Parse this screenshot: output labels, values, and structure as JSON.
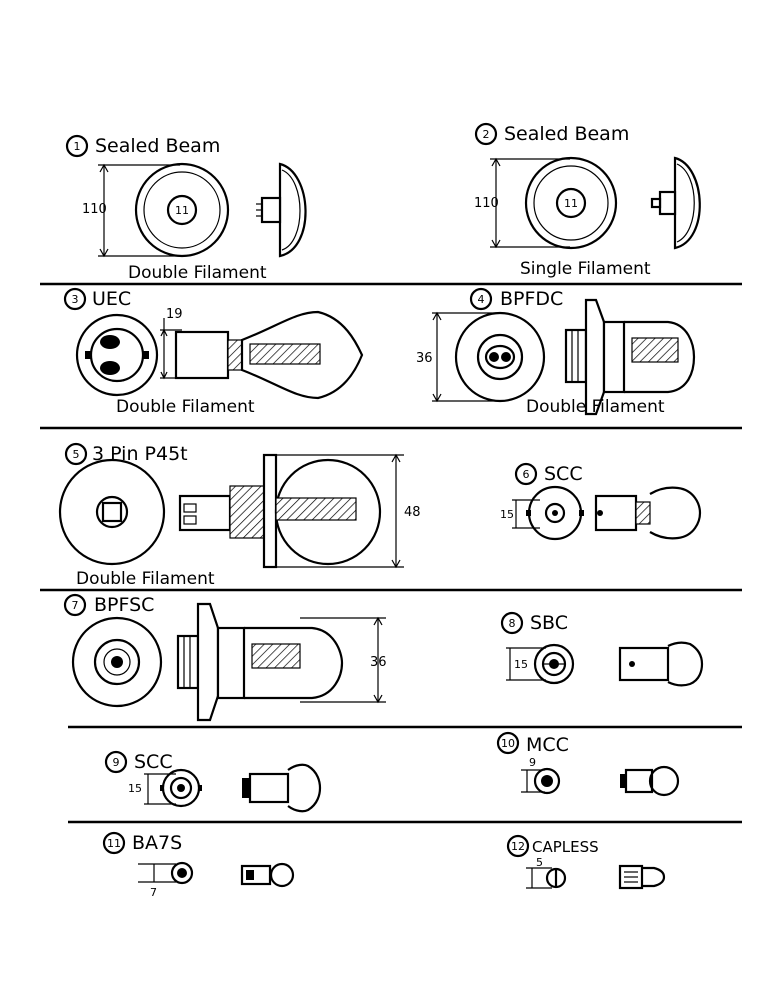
{
  "items": [
    {
      "num": "1",
      "name": "Sealed Beam",
      "caption": "Double Filament",
      "dimension": "110"
    },
    {
      "num": "2",
      "name": "Sealed Beam",
      "caption": "Single Filament",
      "dimension": "110"
    },
    {
      "num": "3",
      "name": "UEC",
      "caption": "Double Filament",
      "dimension": "19"
    },
    {
      "num": "4",
      "name": "BPFDC",
      "caption": "Double Filament",
      "dimension": "36"
    },
    {
      "num": "5",
      "name": "3 Pin P45t",
      "caption": "Double Filament",
      "dimension": "48"
    },
    {
      "num": "6",
      "name": "SCC",
      "caption": "",
      "dimension": "15"
    },
    {
      "num": "7",
      "name": "BPFSC",
      "caption": "",
      "dimension": "36"
    },
    {
      "num": "8",
      "name": "SBC",
      "caption": "",
      "dimension": "15"
    },
    {
      "num": "9",
      "name": "SCC",
      "caption": "",
      "dimension": "15"
    },
    {
      "num": "10",
      "name": "MCC",
      "caption": "",
      "dimension": "9"
    },
    {
      "num": "11",
      "name": "BA7S",
      "caption": "",
      "dimension": "7"
    },
    {
      "num": "12",
      "name": "CAPLESS",
      "caption": "",
      "dimension": "5"
    }
  ]
}
